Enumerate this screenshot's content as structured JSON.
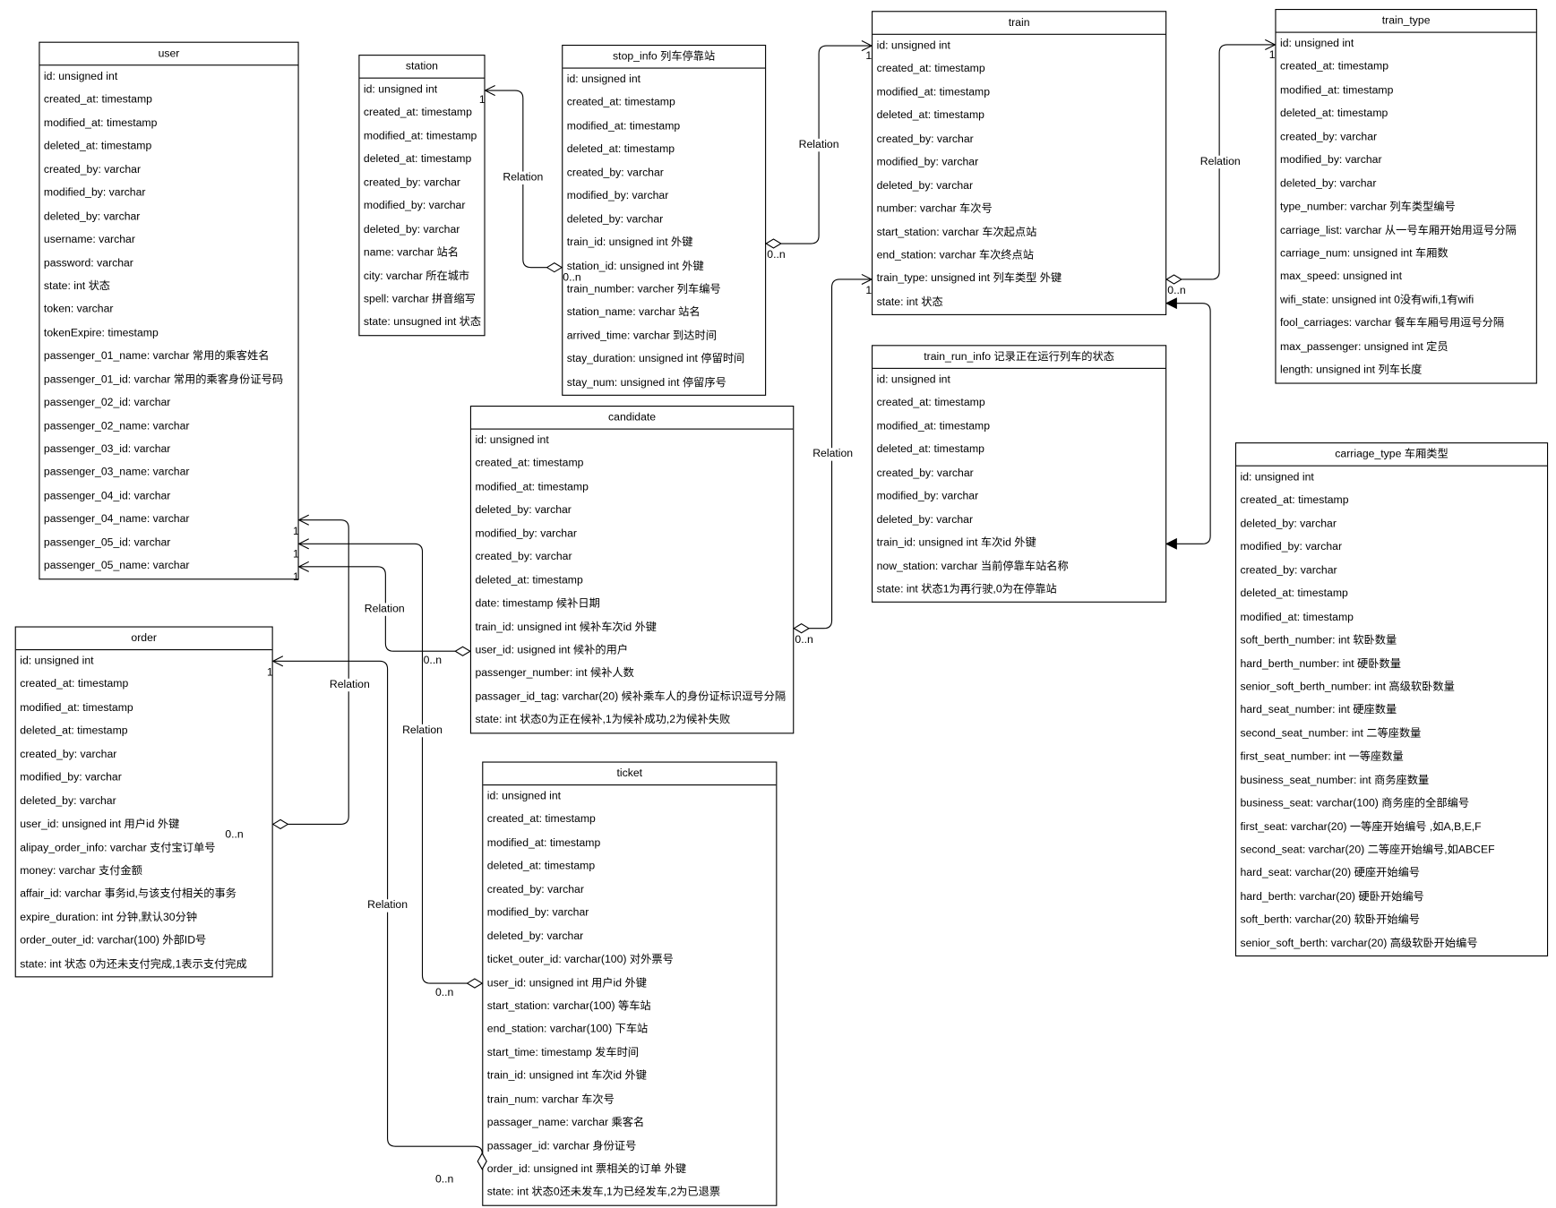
{
  "diagram": {
    "entities": [
      {
        "title": "user",
        "fields": [
          "id: unsigned int",
          "created_at: timestamp",
          "modified_at: timestamp",
          "deleted_at: timestamp",
          "created_by: varchar",
          "modified_by: varchar",
          "deleted_by: varchar",
          "username: varchar",
          "password: varchar",
          "state: int 状态",
          "token: varchar",
          "tokenExpire: timestamp",
          "passenger_01_name: varchar 常用的乘客姓名",
          "passenger_01_id: varchar 常用的乘客身份证号码",
          "passenger_02_id: varchar",
          "passenger_02_name: varchar",
          "passenger_03_id: varchar",
          "passenger_03_name: varchar",
          "passenger_04_id: varchar",
          "passenger_04_name: varchar",
          "passenger_05_id: varchar",
          "passenger_05_name: varchar"
        ]
      },
      {
        "title": "station",
        "fields": [
          "id: unsigned int",
          "created_at: timestamp",
          "modified_at: timestamp",
          "deleted_at: timestamp",
          "created_by: varchar",
          "modified_by: varchar",
          "deleted_by: varchar",
          "name: varchar 站名",
          "city: varchar 所在城市",
          "spell: varchar 拼音缩写",
          "state: unsugned int 状态"
        ]
      },
      {
        "title": "stop_info 列车停靠站",
        "fields": [
          "id: unsigned int",
          "created_at: timestamp",
          "modified_at: timestamp",
          "deleted_at: timestamp",
          "created_by: varchar",
          "modified_by: varchar",
          "deleted_by: varchar",
          "train_id: unsigned int 外键",
          "station_id: unsigned int 外键",
          "train_number: varcher 列车编号",
          "station_name: varchar 站名",
          "arrived_time: varchar 到达时间",
          "stay_duration: unsigned int 停留时间",
          "stay_num: unsigned int 停留序号"
        ]
      },
      {
        "title": "train",
        "fields": [
          "id: unsigned int",
          "created_at: timestamp",
          "modified_at: timestamp",
          "deleted_at: timestamp",
          "created_by: varchar",
          "modified_by: varchar",
          "deleted_by: varchar",
          "number: varchar 车次号",
          "start_station: varchar 车次起点站",
          "end_station: varchar 车次终点站",
          "train_type: unsigned int  列车类型 外键",
          "state: int 状态"
        ]
      },
      {
        "title": "train_type",
        "fields": [
          "id: unsigned int",
          "created_at: timestamp",
          "modified_at: timestamp",
          "deleted_at: timestamp",
          "created_by: varchar",
          "modified_by: varchar",
          "deleted_by: varchar",
          "type_number: varchar 列车类型编号",
          "carriage_list: varchar  从一号车厢开始用逗号分隔",
          "carriage_num: unsigned int 车厢数",
          "max_speed: unsigned int",
          "wifi_state: unsigned int  0没有wifi,1有wifi",
          "fool_carriages: varchar 餐车车厢号用逗号分隔",
          "max_passenger: unsigned int 定员",
          "length: unsigned int 列车长度"
        ]
      },
      {
        "title": "train_run_info 记录正在运行列车的状态",
        "fields": [
          "id: unsigned int",
          "created_at: timestamp",
          "modified_at: timestamp",
          "deleted_at: timestamp",
          "created_by: varchar",
          "modified_by: varchar",
          "deleted_by: varchar",
          "train_id: unsigned int 车次id 外键",
          "now_station: varchar 当前停靠车站名称",
          "state: int 状态1为再行驶,0为在停靠站"
        ]
      },
      {
        "title": "carriage_type 车厢类型",
        "fields": [
          "id: unsigned int",
          "created_at: timestamp",
          "deleted_by: varchar",
          "modified_by: varchar",
          "created_by: varchar",
          "deleted_at: timestamp",
          "modified_at: timestamp",
          "soft_berth_number: int 软卧数量",
          "hard_berth_number: int 硬卧数量",
          "senior_soft_berth_number: int 高级软卧数量",
          "hard_seat_number: int 硬座数量",
          "second_seat_number: int 二等座数量",
          "first_seat_number: int 一等座数量",
          "business_seat_number: int 商务座数量",
          "business_seat: varchar(100) 商务座的全部编号",
          "first_seat: varchar(20) 一等座开始编号 ,如A,B,E,F",
          "second_seat: varchar(20)  二等座开始编号,如ABCEF",
          "hard_seat: varchar(20) 硬座开始编号",
          "hard_berth: varchar(20) 硬卧开始编号",
          "soft_berth: varchar(20) 软卧开始编号",
          "senior_soft_berth: varchar(20) 高级软卧开始编号"
        ]
      },
      {
        "title": "candidate",
        "fields": [
          "id: unsigned int",
          "created_at: timestamp",
          "modified_at: timestamp",
          "deleted_by: varchar",
          "modified_by: varchar",
          "created_by: varchar",
          "deleted_at: timestamp",
          "date: timestamp 候补日期",
          "train_id: unsigned int 候补车次id 外键",
          "user_id: usigned int 候补的用户",
          "passenger_number: int 候补人数",
          "passager_id_tag: varchar(20) 候补乘车人的身份证标识逗号分隔",
          "state: int 状态0为正在候补,1为候补成功,2为候补失败"
        ]
      },
      {
        "title": "order",
        "fields": [
          "id: unsigned int",
          "created_at: timestamp",
          "modified_at: timestamp",
          "deleted_at: timestamp",
          "created_by: varchar",
          "modified_by: varchar",
          "deleted_by: varchar",
          "user_id: unsigned int 用户id 外键",
          "alipay_order_info: varchar 支付宝订单号",
          "money: varchar 支付金额",
          "affair_id: varchar 事务id,与该支付相关的事务",
          "expire_duration: int 分钟,默认30分钟",
          "order_outer_id: varchar(100) 外部ID号",
          "state: int 状态 0为还未支付完成,1表示支付完成"
        ]
      },
      {
        "title": "ticket",
        "fields": [
          "id: unsigned int",
          "created_at: timestamp",
          "modified_at: timestamp",
          "deleted_at: timestamp",
          "created_by: varchar",
          "modified_by: varchar",
          "deleted_by: varchar",
          "ticket_outer_id: varchar(100) 对外票号",
          "user_id: unsigned int 用户id 外键",
          "start_station: varchar(100) 等车站",
          "end_station: varchar(100) 下车站",
          "start_time: timestamp 发车时间",
          "train_id: unsigned int 车次id 外键",
          "train_num: varchar 车次号",
          "passager_name: varchar 乘客名",
          "passager_id: varchar 身份证号",
          "order_id: unsigned int 票相关的订单 外键",
          "state: int 状态0还未发车,1为已经发车,2为已退票"
        ]
      }
    ],
    "relations": [
      {
        "label": "Relation",
        "many": "0..n",
        "one": "1"
      },
      {
        "label": "Relation",
        "many": "0..n",
        "one": "1"
      },
      {
        "label": "Relation",
        "many": "0..n",
        "one": "1"
      },
      {
        "label": "Relation",
        "many": "0..n",
        "one": "1"
      },
      {
        "label": "Relation",
        "many": "0..n",
        "one": "1"
      },
      {
        "label": "Relation",
        "many": "0..n",
        "one": "1"
      },
      {
        "label": "Relation",
        "many": "0..n",
        "one": "1"
      },
      {
        "label": "Relation",
        "many": "0..n",
        "one": "1"
      }
    ]
  }
}
